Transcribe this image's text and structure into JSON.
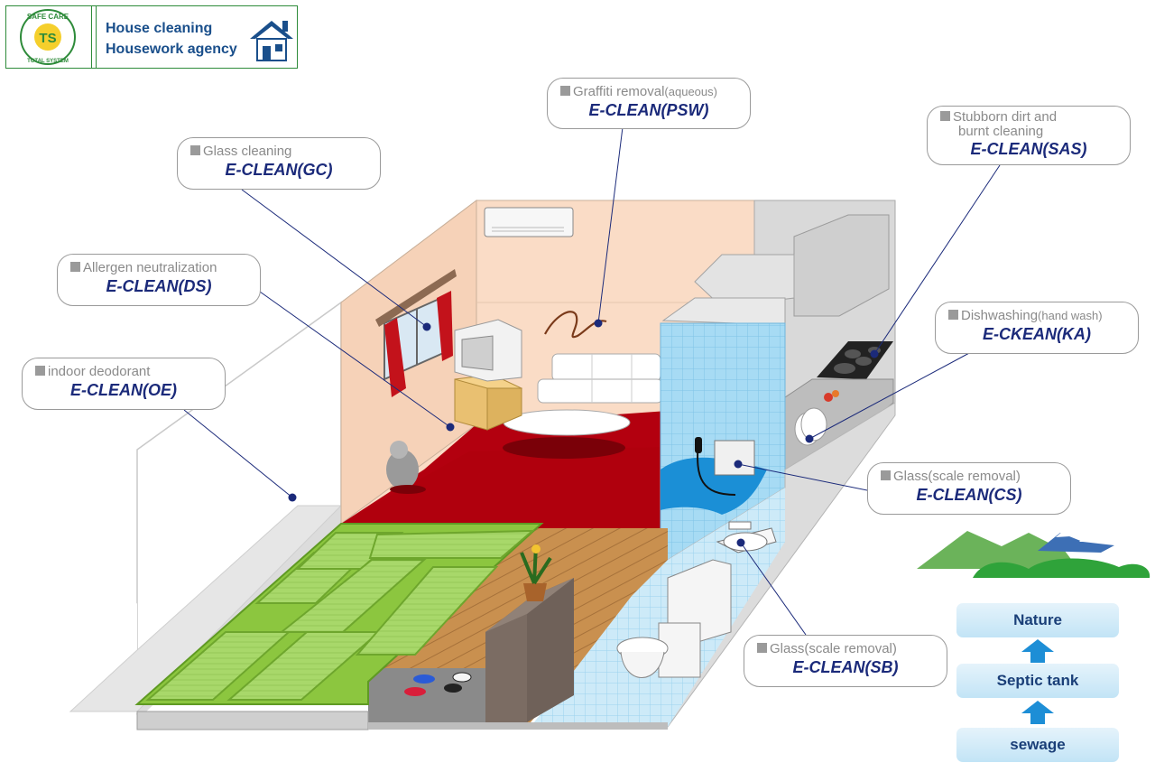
{
  "logo": {
    "seal_text_top": "SAFE CARE",
    "seal_letters": "TS",
    "seal_text_bottom": "TOTAL SYSTEM",
    "line1": "House cleaning",
    "line2": "Housework agency",
    "icon": "house-icon"
  },
  "callouts": [
    {
      "id": "graffiti",
      "title": "Graffiti removal",
      "qualifier": "(aqueous)",
      "product": "E-CLEAN(PSW)"
    },
    {
      "id": "stubborn",
      "title": "Stubborn dirt and",
      "title_line2": "burnt cleaning",
      "product": "E-CLEAN(SAS)"
    },
    {
      "id": "glass",
      "title": "Glass cleaning",
      "product": "E-CLEAN(GC)"
    },
    {
      "id": "allergen",
      "title": "Allergen neutralization",
      "product": "E-CLEAN(DS)"
    },
    {
      "id": "dish",
      "title": "Dishwashing",
      "qualifier": "(hand wash)",
      "product": "E-CKEAN(KA)"
    },
    {
      "id": "deodorant",
      "title": "indoor deodorant",
      "product": "E-CLEAN(OE)"
    },
    {
      "id": "glass-cs",
      "title": "Glass",
      "qualifier": "(scale removal)",
      "product": "E-CLEAN(CS)"
    },
    {
      "id": "glass-sb",
      "title": "Glass",
      "qualifier": "(scale removal)",
      "product": "E-CLEAN(SB)"
    }
  ],
  "flow": {
    "steps": [
      "Nature",
      "Septic tank",
      "sewage"
    ],
    "arrow_icon": "up-arrow-icon"
  },
  "colors": {
    "brand_blue": "#1b2a7a",
    "logo_green": "#2e8b3a",
    "carpet_red": "#b3000f",
    "tatami_green": "#8cc63f",
    "tile_blue": "#9fd6f2",
    "wall_peach": "#f8d7bf"
  }
}
